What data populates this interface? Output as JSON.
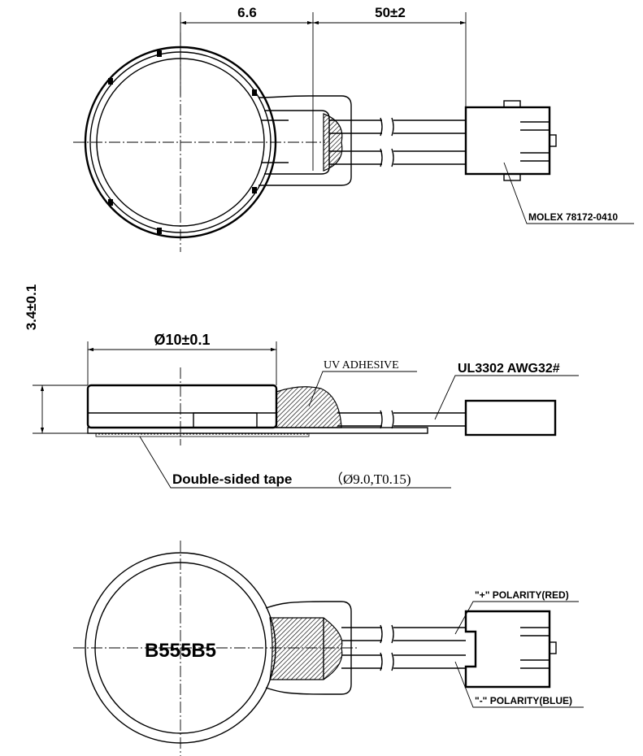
{
  "top_view": {
    "dim_offset": "6.6",
    "dim_lead_length": "50±2",
    "connector_label": "MOLEX 78172-0410"
  },
  "side_view": {
    "dim_height": "3.4±0.1",
    "dim_diameter": "Ø10±0.1",
    "adhesive_label": "UV ADHESIVE",
    "wire_label": "UL3302 AWG32#",
    "tape_label": "Double-sided tape",
    "tape_spec": "（Ø9.0,T0.15)"
  },
  "bottom_view": {
    "part_number": "B555B5",
    "positive_label": "\"+\" POLARITY(RED)",
    "negative_label": "\"-\" POLARITY(BLUE)"
  },
  "colors": {
    "line": "#000000",
    "background": "#ffffff"
  }
}
